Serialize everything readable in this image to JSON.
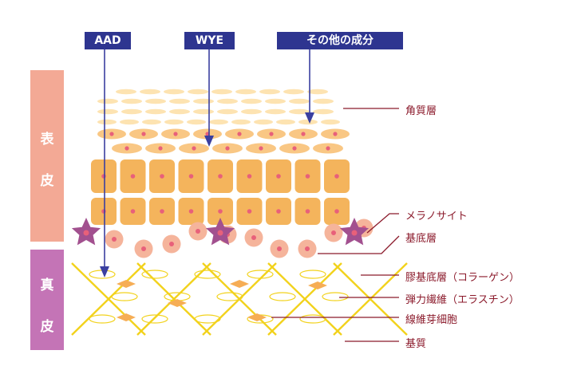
{
  "arrows": [
    {
      "label": "AAD"
    },
    {
      "label": "WYE"
    },
    {
      "label": "その他の成分"
    }
  ],
  "layers": {
    "epidermis": [
      "表",
      "皮"
    ],
    "dermis": [
      "真",
      "皮"
    ]
  },
  "labels": {
    "stratum_corneum": "角質層",
    "melanocyte": "メラノサイト",
    "basal_layer": "基底層",
    "collagen": "膠基底層（コラーゲン）",
    "elastin": "弾力繊維（エラスチン）",
    "fibroblast": "線維芽細胞",
    "matrix": "基質"
  },
  "colors": {
    "tag_bg": "#2e3590",
    "arrow": "#3a3fa0",
    "epidermis_band": "#f3a995",
    "dermis_band": "#c474b6",
    "label_text": "#8b1a2b",
    "cell_light": "#fde3b1",
    "cell": "#f9c784",
    "cell_dark": "#f4b45c",
    "nucleus": "#e8607a",
    "basal_cell": "#f5b49b",
    "melanocyte": "#a2508f",
    "fiber": "#f2d21c",
    "fibroblast": "#f6ad55"
  }
}
